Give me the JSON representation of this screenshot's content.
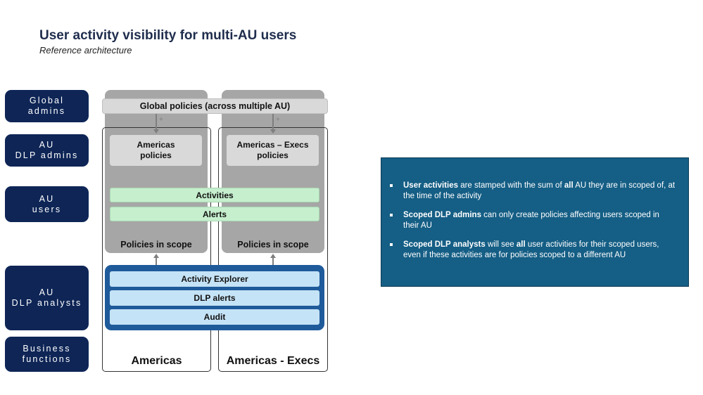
{
  "header": {
    "title": "User activity visibility for multi-AU users",
    "subtitle": "Reference architecture"
  },
  "roles": [
    "Global\nadmins",
    "AU\nDLP admins",
    "AU\nusers",
    "AU\nDLP analysts",
    "Business\nfunctions"
  ],
  "global_policies": "Global policies (across multiple AU)",
  "columns": {
    "left": {
      "name": "Americas",
      "policy": "Americas\npolicies",
      "scope": "Policies in scope"
    },
    "right": {
      "name": "Americas - Execs",
      "policy": "Americas – Execs\npolicies",
      "scope": "Policies in scope"
    }
  },
  "shared_bars": {
    "activities": "Activities",
    "alerts": "Alerts"
  },
  "analyst_tools": [
    "Activity Explorer",
    "DLP alerts",
    "Audit"
  ],
  "arrow_symbol": "+",
  "info_panel": {
    "items": [
      {
        "bold": "User activities",
        "rest1": " are stamped with the sum of ",
        "bold2": "all",
        "rest2": " AU they are in scoped of, at the time of the activity"
      },
      {
        "bold": "Scoped DLP admins",
        "rest1": " can only create policies affecting users scoped in their AU",
        "bold2": "",
        "rest2": ""
      },
      {
        "bold": "Scoped DLP analysts",
        "rest1": " will see ",
        "bold2": "all",
        "rest2": " user activities for their scoped users, even if these activities are for policies scoped to a different AU"
      }
    ]
  },
  "colors": {
    "role_bg": "#0e2556",
    "gray_column": "#a6a6a6",
    "green_bar": "#c6efce",
    "analyst_frame": "#1f5b9b",
    "blue_bar": "#c5e3f6",
    "info_bg": "#155e85"
  }
}
